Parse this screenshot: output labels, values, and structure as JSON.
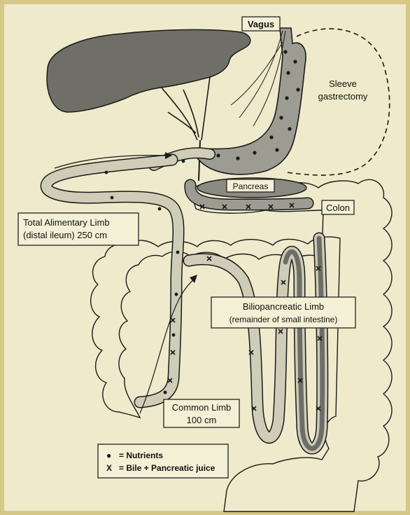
{
  "labels": {
    "vagus": "Vagus",
    "sleeve": "Sleeve",
    "gastrectomy": "gastrectomy",
    "pancreas": "Pancreas",
    "colon": "Colon",
    "alimentary_line1": "Total Alimentary Limb",
    "alimentary_line2": "(distal ileum) 250 cm",
    "bilio_line1": "Biliopancreatic Limb",
    "bilio_line2": "(remainder of small intestine)",
    "common_line1": "Common Limb",
    "common_line2": "100 cm"
  },
  "legend": {
    "nutrients_symbol": "●",
    "nutrients_label": "= Nutrients",
    "bile_symbol": "X",
    "bile_label": "= Bile + Pancreatic juice"
  },
  "colors": {
    "frame": "#d8c888",
    "background": "#efeacb",
    "organ_dark": "#7a7a72",
    "stomach_fill": "#9c9c92",
    "limb_light": "#cfcdb8",
    "limb_dark": "#6e6e68",
    "outline": "#1a1a1a"
  }
}
